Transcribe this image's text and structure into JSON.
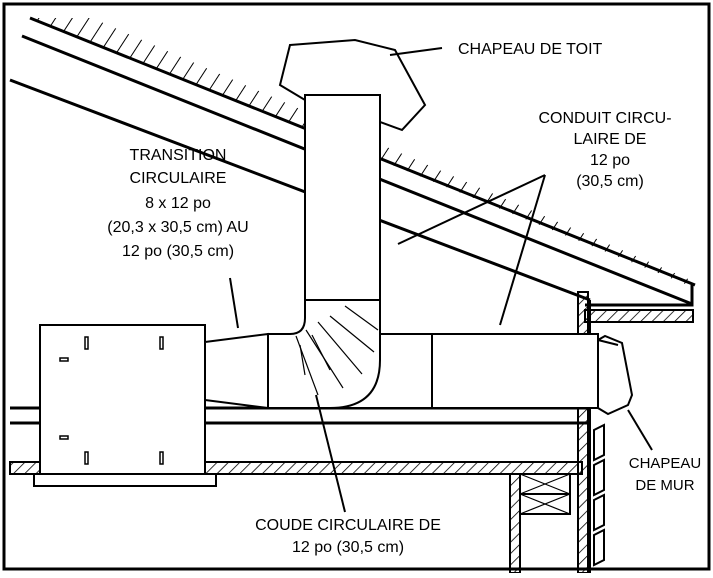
{
  "labels": {
    "roof_cap": "CHAPEAU DE TOIT",
    "round_duct": [
      "CONDUIT CIRCU-",
      "LAIRE DE",
      "12 po",
      "(30,5 cm)"
    ],
    "transition": [
      "TRANSITION",
      "CIRCULAIRE",
      "8 x 12 po",
      "(20,3 x 30,5 cm) AU",
      "12 po (30,5 cm)"
    ],
    "elbow": [
      "COUDE CIRCULAIRE DE",
      "12 po (30,5 cm)"
    ],
    "wall_cap": [
      "CHAPEAU",
      "DE MUR"
    ]
  }
}
